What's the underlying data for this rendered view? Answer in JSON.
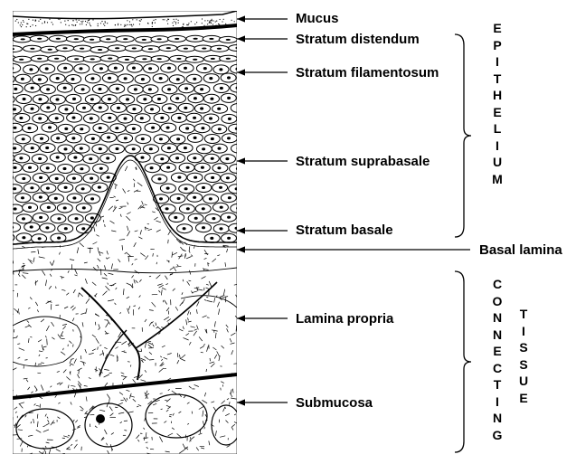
{
  "labels": {
    "mucus": "Mucus",
    "stratum_distendum": "Stratum distendum",
    "stratum_filamentosum": "Stratum filamentosum",
    "stratum_suprabasale": "Stratum suprabasale",
    "stratum_basale": "Stratum basale",
    "basal_lamina": "Basal lamina",
    "lamina_propria": "Lamina propria",
    "submucosa": "Submucosa"
  },
  "groups": {
    "epithelium": "EPITHELIUM",
    "connecting": "CONNECTING",
    "tissue": "TISSUE"
  },
  "colors": {
    "ink": "#000000",
    "paper": "#ffffff"
  }
}
